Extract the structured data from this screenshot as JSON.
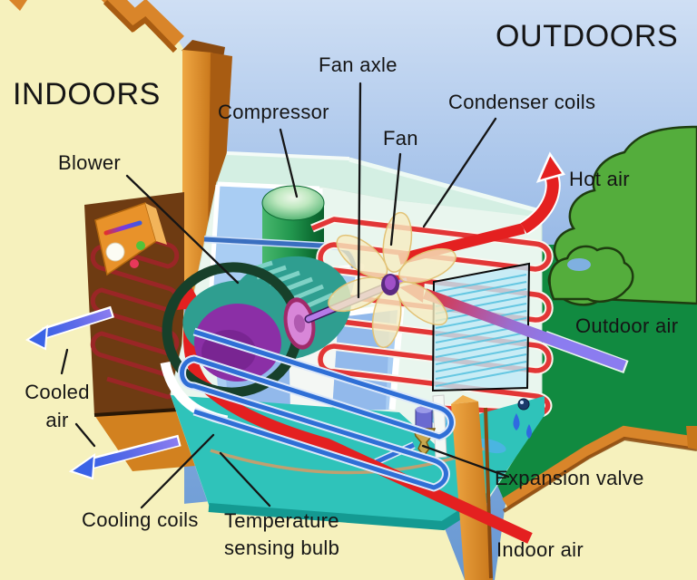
{
  "titles": {
    "indoors": "INDOORS",
    "outdoors": "OUTDOORS"
  },
  "labels": {
    "blower": "Blower",
    "compressor": "Compressor",
    "fan_axle": "Fan axle",
    "fan": "Fan",
    "condenser_coils": "Condenser coils",
    "hot_air": "Hot air",
    "outdoor_air": "Outdoor air",
    "cooled_air_l1": "Cooled",
    "cooled_air_l2": "air",
    "cooling_coils": "Cooling coils",
    "temp_bulb_l1": "Temperature",
    "temp_bulb_l2": "sensing bulb",
    "expansion_valve": "Expansion valve",
    "indoor_air": "Indoor air"
  },
  "colors": {
    "sky_top": "#cfdff4",
    "sky_bottom": "#6898d2",
    "wall_yellow": "#f6f1bd",
    "wood_orange": "#d9852a",
    "wood_dark": "#a85c12",
    "bush_light": "#54ad3c",
    "bush_dark": "#118a40",
    "unit_mint": "#e9f6ee",
    "unit_interior_blue": "#a9cdf3",
    "tray_teal": "#2fc3ba",
    "coil_hot_red": "#e23636",
    "coil_cold_blue": "#2f6fd6",
    "arrow_red": "#e42020",
    "arrow_blue": "#3a63e6",
    "arrow_periwinkle": "#8b7cf0",
    "compressor_green": "#23984f",
    "blower_purple": "#8b2fa6",
    "fan_blade_cream": "#f6ecc0",
    "brass": "#c8a84e",
    "text": "#151515"
  }
}
